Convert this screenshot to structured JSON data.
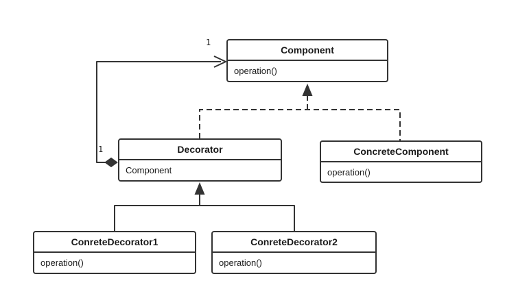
{
  "diagram": {
    "background_color": "#ffffff",
    "line_color": "#333333",
    "text_color": "#1a1a1a",
    "classes": [
      {
        "id": "component",
        "title": "Component",
        "members": [
          "operation()"
        ]
      },
      {
        "id": "decorator",
        "title": "Decorator",
        "members": [
          "Component"
        ]
      },
      {
        "id": "concrete-component",
        "title": "ConcreteComponent",
        "members": [
          "operation()"
        ]
      },
      {
        "id": "conrete-decorator1",
        "title": "ConreteDecorator1",
        "members": [
          "operation()"
        ]
      },
      {
        "id": "conrete-decorator2",
        "title": "ConreteDecorator2",
        "members": [
          "operation()"
        ]
      }
    ],
    "labels": {
      "multiplicity_top": "1",
      "multiplicity_left": "1"
    }
  }
}
